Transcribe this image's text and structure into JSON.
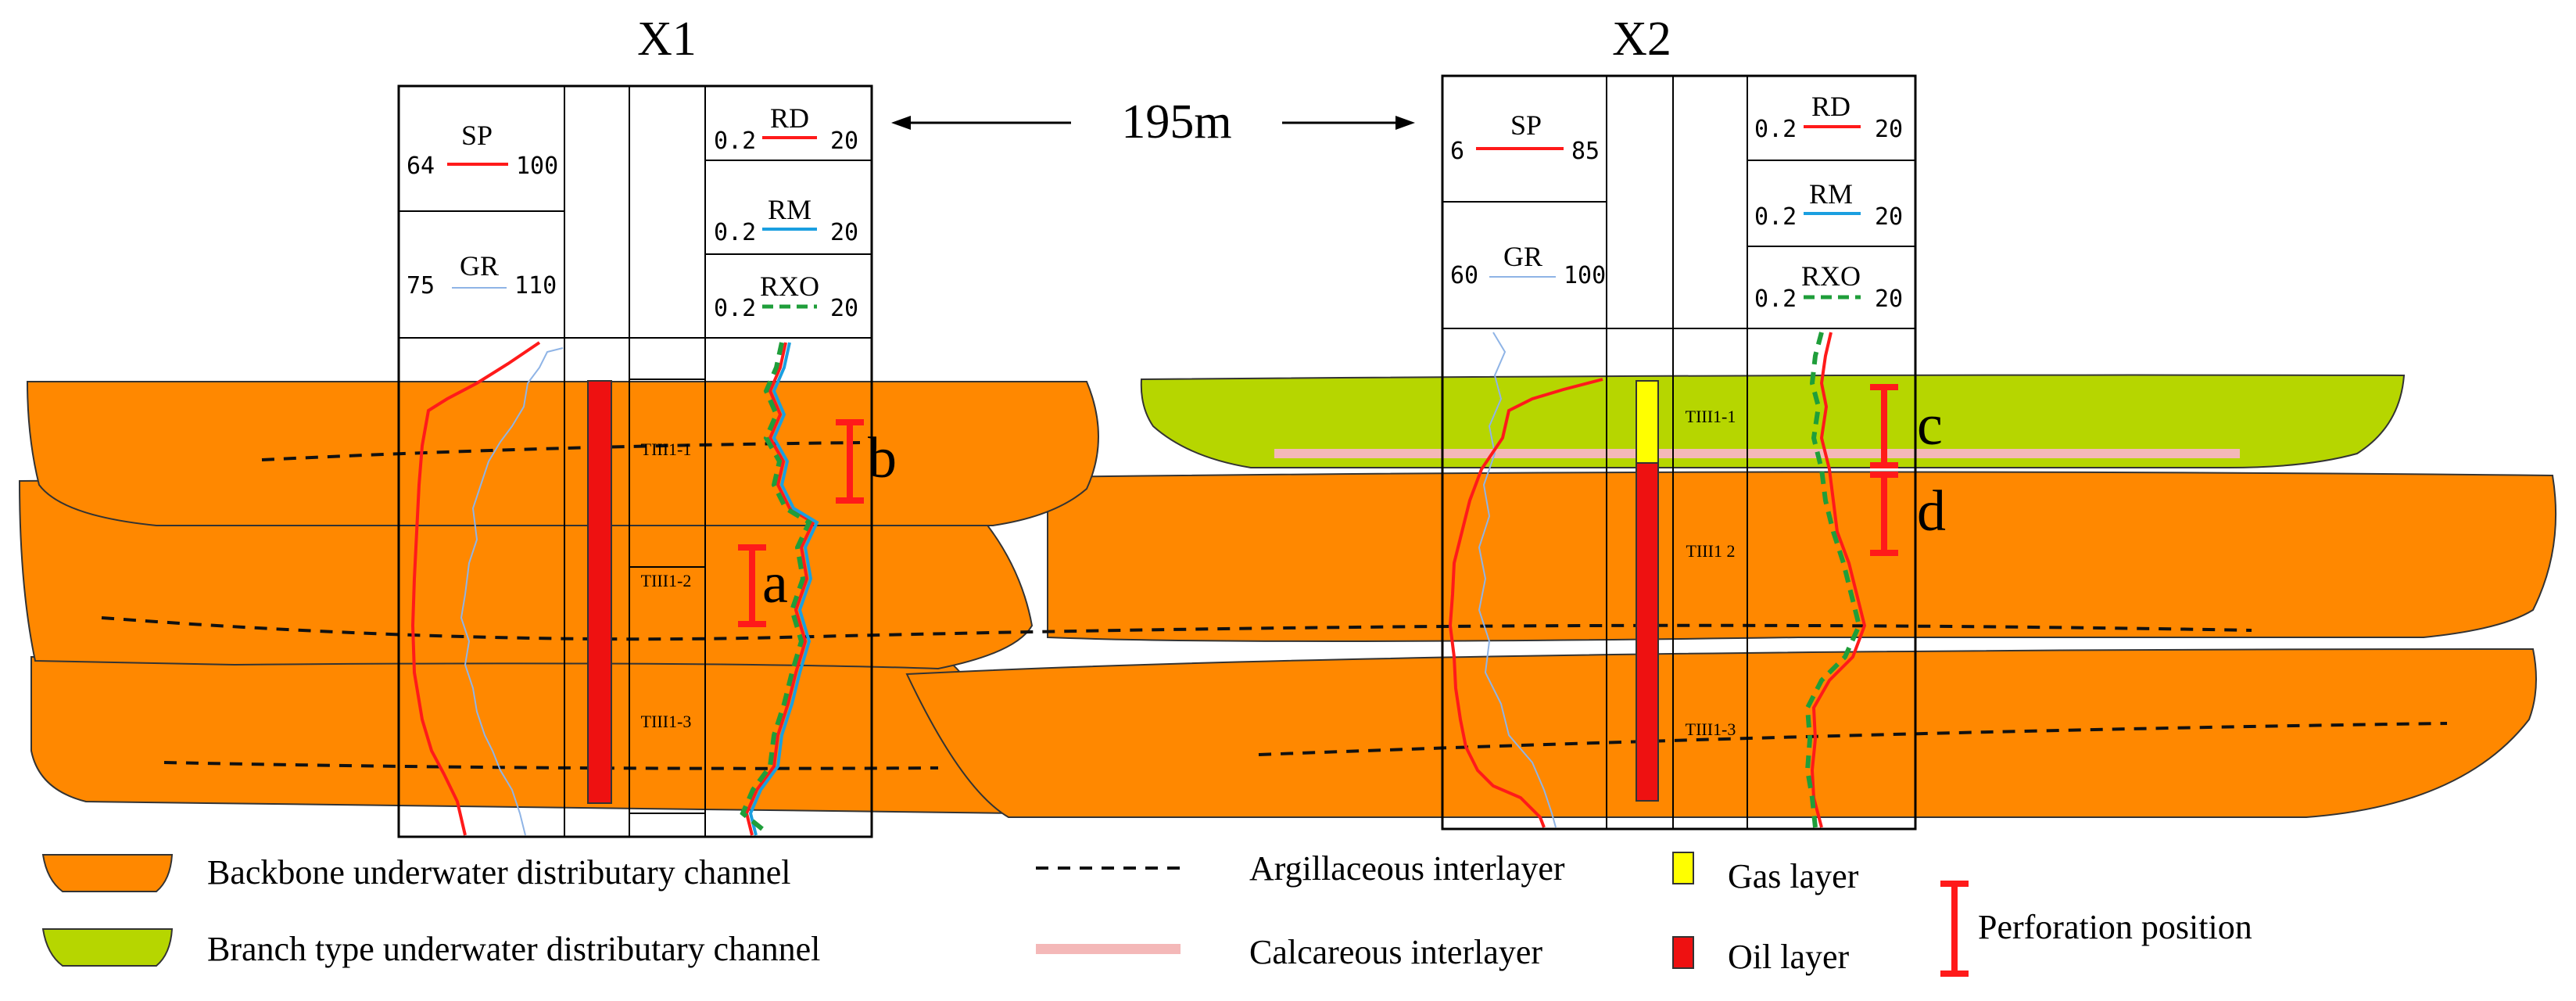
{
  "wells": [
    {
      "name": "X1",
      "curves_left": [
        {
          "name": "SP",
          "min": "64",
          "max": "100",
          "color": "#ff1a1a"
        },
        {
          "name": "GR",
          "min": "75",
          "max": "110",
          "color": "#8fb4e6"
        }
      ],
      "curves_right": [
        {
          "name": "RD",
          "min": "0.2",
          "max": "20",
          "color": "#ff1a1a"
        },
        {
          "name": "RM",
          "min": "0.2",
          "max": "20",
          "color": "#1a9fe0"
        },
        {
          "name": "RXO",
          "min": "0.2",
          "max": "20",
          "color": "#1f9e3a"
        }
      ],
      "zones": [
        "TIII1-1",
        "TIII1-2",
        "TIII1-3"
      ]
    },
    {
      "name": "X2",
      "curves_left": [
        {
          "name": "SP",
          "min": "6",
          "max": "85",
          "color": "#ff1a1a"
        },
        {
          "name": "GR",
          "min": "60",
          "max": "100",
          "color": "#8fb4e6"
        }
      ],
      "curves_right": [
        {
          "name": "RD",
          "min": "0.2",
          "max": "20",
          "color": "#ff1a1a"
        },
        {
          "name": "RM",
          "min": "0.2",
          "max": "20",
          "color": "#1a9fe0"
        },
        {
          "name": "RXO",
          "min": "0.2",
          "max": "20",
          "color": "#1f9e3a"
        }
      ],
      "zones": [
        "TIII1-1",
        "TIII1 2",
        "TIII1-3"
      ]
    }
  ],
  "distance_label": "195m",
  "perforations": [
    "a",
    "b",
    "c",
    "d"
  ],
  "colors": {
    "backbone_channel": "#ff8800",
    "branch_channel": "#b6d600",
    "calcareous": "#f4b8b8",
    "gas_layer": "#ffff00",
    "oil_layer": "#ee1111",
    "perforation": "#ff1a1a"
  },
  "legend": {
    "backbone": "Backbone underwater distributary channel",
    "branch": "Branch type underwater distributary channel",
    "argillaceous": "Argillaceous interlayer",
    "calcareous": "Calcareous interlayer",
    "gas": "Gas layer",
    "oil": "Oil layer",
    "perforation": "Perforation position"
  }
}
